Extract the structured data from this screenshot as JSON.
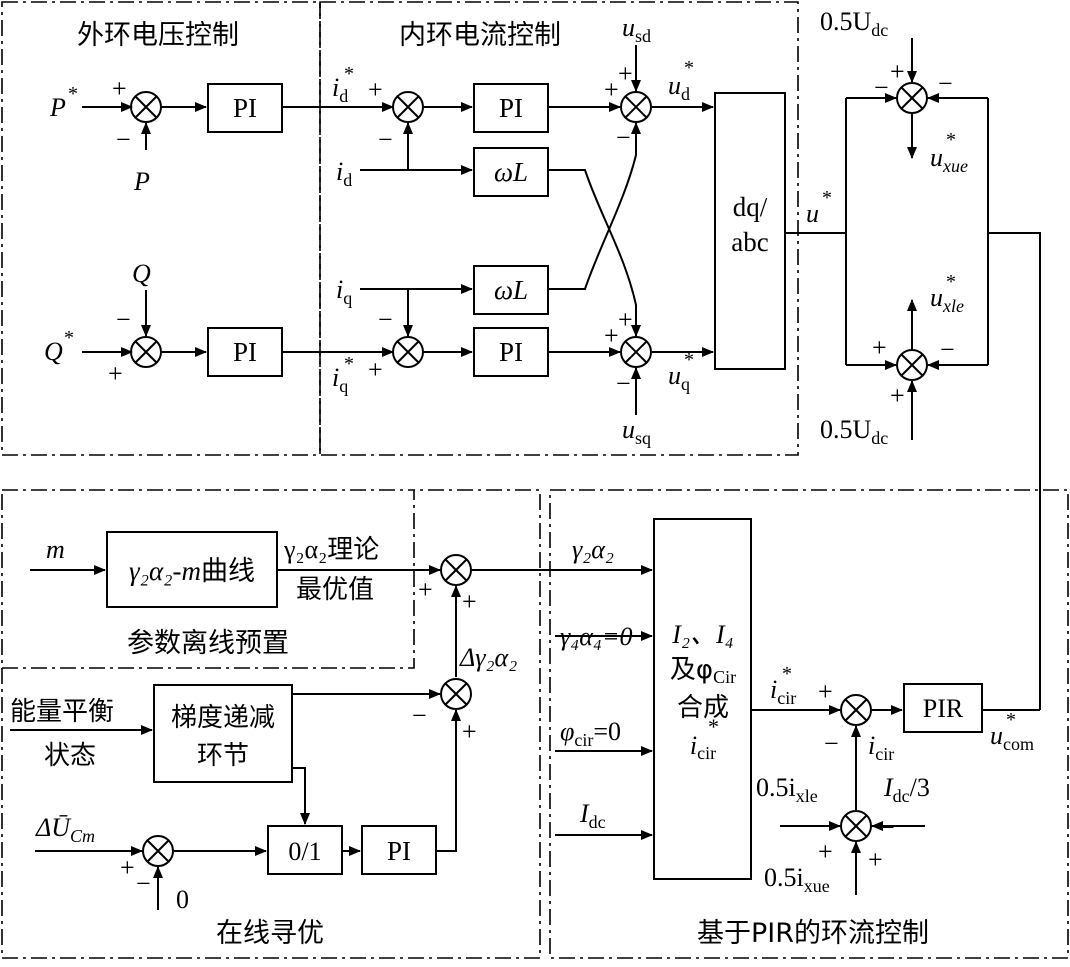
{
  "regions": {
    "outer_voltage": "外环电压控制",
    "inner_current": "内环电流控制",
    "param_preset": "参数离线预置",
    "online_opt": "在线寻优",
    "circ_control": "基于PIR的环流控制"
  },
  "blocks": {
    "pi": "PI",
    "omega_l": "ωL",
    "dq_abc_1": "dq/",
    "dq_abc_2": "abc",
    "curve_main": "γ₂α₂-",
    "curve_m": "m",
    "curve_tail": "曲线",
    "grad_1": "梯度递减",
    "grad_2": "环节",
    "switch": "0/1",
    "synth_1": "I₂、I₄",
    "synth_2": "及φ",
    "synth_2_sub": "Cir",
    "synth_3": "合成",
    "synth_4": "i",
    "synth_4_sub": "cir",
    "pir": "PIR"
  },
  "signals": {
    "p_ref": "P",
    "p": "P",
    "q": "Q",
    "q_ref": "Q",
    "i": "i",
    "d": "d",
    "q_sub": "q",
    "u": "u",
    "sd": "sd",
    "sq": "sq",
    "u_star": "u",
    "half_udc": "0.5U",
    "dc": "dc",
    "xue": "xue",
    "xle": "xle",
    "m": "m",
    "gamma2_theory_1": "γ₂α₂理论",
    "gamma2_theory_2": "最优值",
    "gamma2": "γ₂α₂",
    "delta_gamma2": "Δγ₂α₂",
    "gamma4": "γ₄α₄=0",
    "phi": "φ",
    "cir": "cir",
    "eq_zero": "=0",
    "idc": "I",
    "energy_1": "能量平衡",
    "energy_2": "状态",
    "delta_uc": "ΔŪ",
    "cm": "Cm",
    "zero": "0",
    "half_i": "0.5i",
    "idc3_tail": "/3",
    "com": "com"
  },
  "signs": {
    "plus": "+",
    "minus": "−",
    "star": "*"
  }
}
